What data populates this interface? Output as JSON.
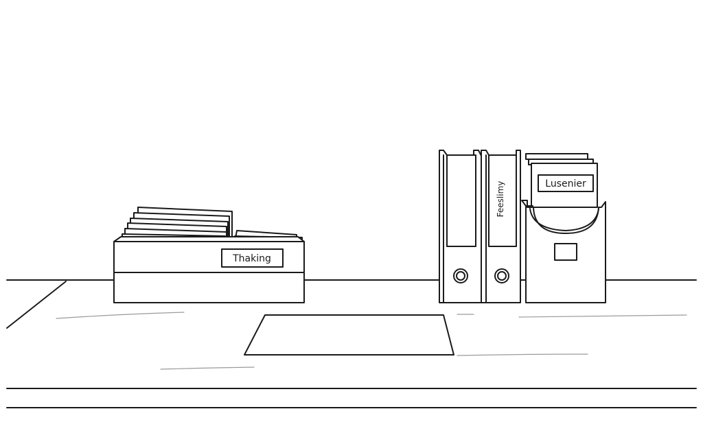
{
  "scene": {
    "box_label": "Thaking",
    "binder_spine_label": "Feeslimy",
    "magazine_holder_label": "Lusenier"
  }
}
